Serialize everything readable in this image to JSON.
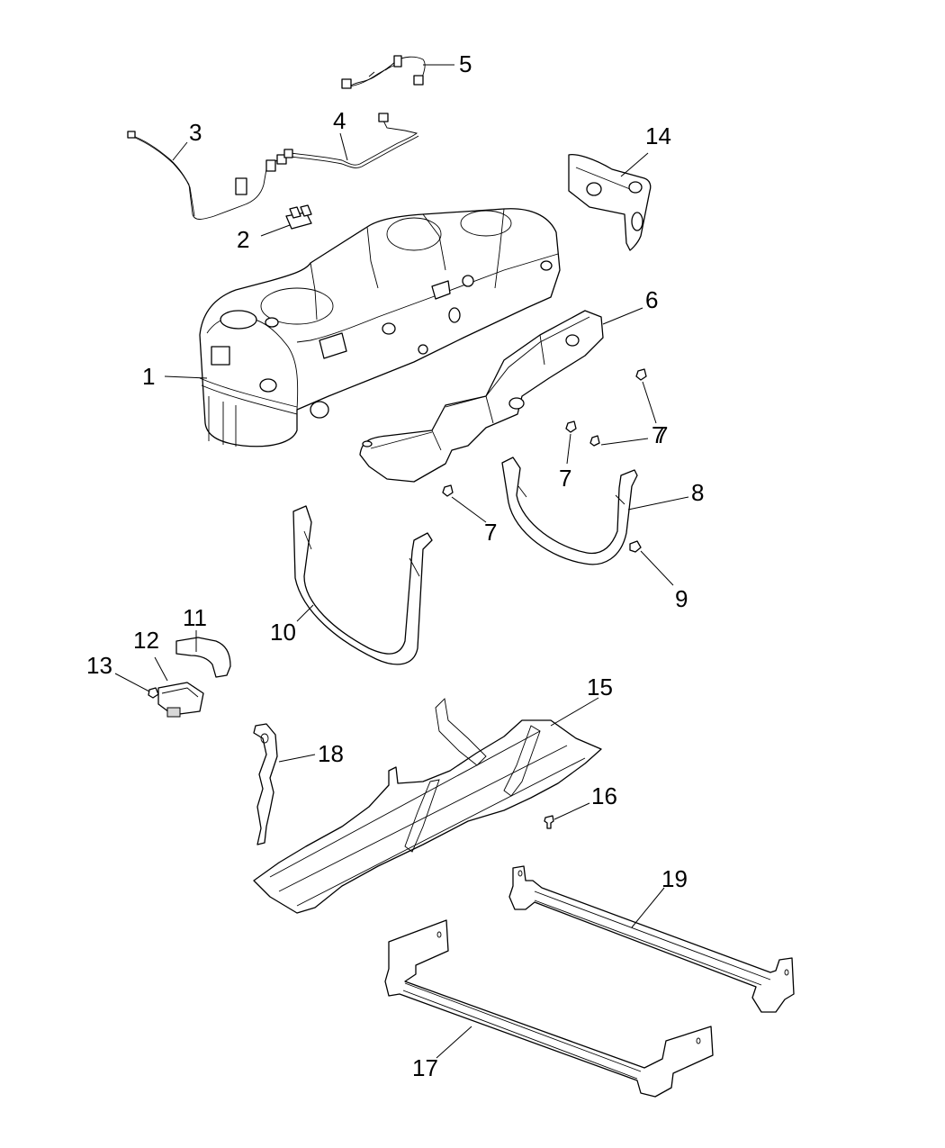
{
  "callouts": [
    {
      "id": "c1",
      "label": "1"
    },
    {
      "id": "c2",
      "label": "2"
    },
    {
      "id": "c3",
      "label": "3"
    },
    {
      "id": "c4",
      "label": "4"
    },
    {
      "id": "c5",
      "label": "5"
    },
    {
      "id": "c6",
      "label": "6"
    },
    {
      "id": "c7a",
      "label": "7"
    },
    {
      "id": "c7b",
      "label": "7"
    },
    {
      "id": "c7c",
      "label": "7"
    },
    {
      "id": "c7d",
      "label": "7"
    },
    {
      "id": "c8",
      "label": "8"
    },
    {
      "id": "c9",
      "label": "9"
    },
    {
      "id": "c10",
      "label": "10"
    },
    {
      "id": "c11",
      "label": "11"
    },
    {
      "id": "c12",
      "label": "12"
    },
    {
      "id": "c13",
      "label": "13"
    },
    {
      "id": "c14",
      "label": "14"
    },
    {
      "id": "c15",
      "label": "15"
    },
    {
      "id": "c16",
      "label": "16"
    },
    {
      "id": "c17",
      "label": "17"
    },
    {
      "id": "c18",
      "label": "18"
    },
    {
      "id": "c19",
      "label": "19"
    }
  ]
}
